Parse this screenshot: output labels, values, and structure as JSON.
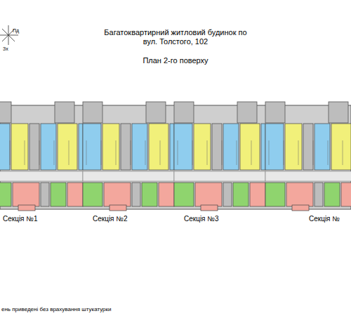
{
  "diagram": {
    "title": "Багатоквартирний житловий будинок по вул. Толстого, 102",
    "labels": [
      "План 2-го поверху",
      "Пд",
      "Зх",
      "Секція №1",
      "Секція №2",
      "Секція №3",
      "Секція №",
      "ень приведені без врахування штукатурки"
    ]
  }
}
